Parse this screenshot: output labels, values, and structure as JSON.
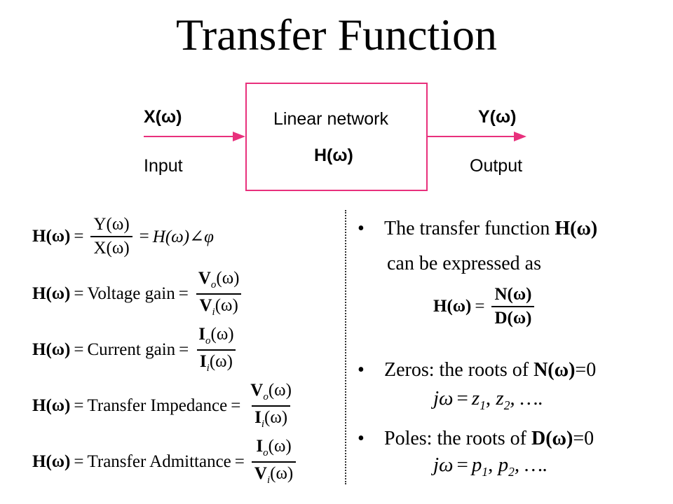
{
  "title": "Transfer Function",
  "diagram": {
    "input_symbol": "X(ω)",
    "input_label": "Input",
    "block_label": "Linear network",
    "block_symbol": "H(ω)",
    "output_symbol": "Y(ω)",
    "output_label": "Output",
    "accent_color": "#e8307c"
  },
  "equations": {
    "eq1": {
      "lhs": "H(ω)",
      "num": "Y(ω)",
      "den": "X(ω)",
      "rhs_polar": "H(ω)∠φ"
    },
    "eq2": {
      "lhs": "H(ω)",
      "label": "Voltage gain",
      "num_base": "V",
      "num_sub": "o",
      "num_arg": "(ω)",
      "den_base": "V",
      "den_sub": "i",
      "den_arg": "(ω)"
    },
    "eq3": {
      "lhs": "H(ω)",
      "label": "Current gain",
      "num_base": "I",
      "num_sub": "o",
      "num_arg": "(ω)",
      "den_base": "I",
      "den_sub": "i",
      "den_arg": "(ω)"
    },
    "eq4": {
      "lhs": "H(ω)",
      "label": "Transfer Impedance",
      "num_base": "V",
      "num_sub": "o",
      "num_arg": "(ω)",
      "den_base": "I",
      "den_sub": "i",
      "den_arg": "(ω)"
    },
    "eq5": {
      "lhs": "H(ω)",
      "label": "Transfer Admittance",
      "num_base": "I",
      "num_sub": "o",
      "num_arg": "(ω)",
      "den_base": "V",
      "den_sub": "i",
      "den_arg": "(ω)"
    }
  },
  "bullets": {
    "b1_text": "The transfer function ",
    "b1_symbol": "H(ω)",
    "b1_cont": "can be expressed  as",
    "ratio": {
      "lhs": "H(ω)",
      "num": "N(ω)",
      "den": "D(ω)"
    },
    "b2_text": "Zeros: the roots of ",
    "b2_symbol": "N(ω)",
    "b2_tail": "=0",
    "zeros_eq": {
      "lhs": "jω",
      "rhs": "z",
      "rhs2": "z",
      "tail": ", …."
    },
    "b3_text": "Poles: the roots of ",
    "b3_symbol": "D(ω)",
    "b3_tail": "=0",
    "poles_eq": {
      "lhs": "jω",
      "rhs": "p",
      "rhs2": "p",
      "tail": ", …."
    },
    "bullet_char": "•"
  }
}
